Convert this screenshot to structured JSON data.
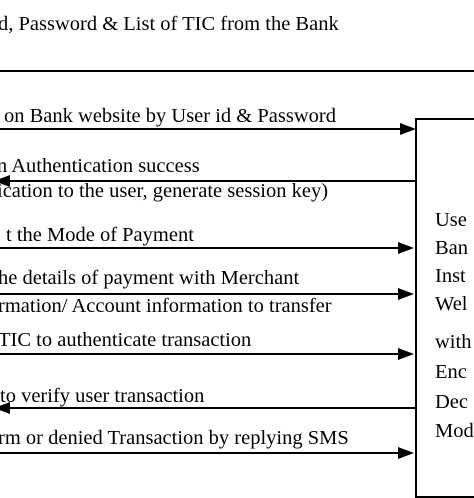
{
  "header_text": "d, Password & List of TIC from the Bank",
  "steps": [
    "on Bank website by User id & Password",
    "n Authentication success",
    "ication to the user, generate session key)",
    "t the Mode of Payment",
    "he details of payment with Merchant",
    "rmation/ Account information to transfer",
    "TIC to authenticate transaction",
    "to verify user transaction",
    "rm or denied Transaction by replying SMS"
  ],
  "box_lines": [
    "Use",
    "Ban",
    "Inst",
    "Wel",
    "with",
    "Enc",
    "Dec",
    "Mod"
  ]
}
